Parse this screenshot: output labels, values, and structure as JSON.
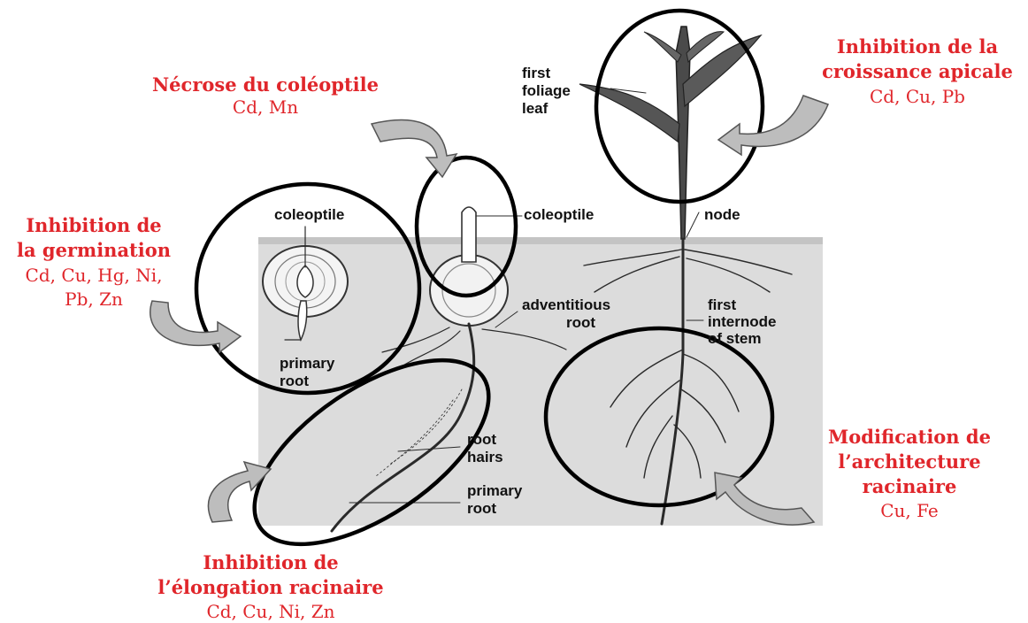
{
  "effects": {
    "necrose": {
      "title": "Nécrose du coléoptile",
      "metals": "Cd, Mn"
    },
    "apicale": {
      "title_line1": "Inhibition de la",
      "title_line2": "croissance apicale",
      "metals": "Cd, Cu, Pb"
    },
    "germination": {
      "title_line1": "Inhibition de",
      "title_line2": "la germination",
      "metals_line1": "Cd, Cu, Hg, Ni,",
      "metals_line2": "Pb, Zn"
    },
    "architecture": {
      "title_line1": "Modification de",
      "title_line2": "l’architecture",
      "title_line3": "racinaire",
      "metals": "Cu, Fe"
    },
    "elongation": {
      "title_line1": "Inhibition de",
      "title_line2": "l’élongation racinaire",
      "metals": "Cd, Cu, Ni, Zn"
    }
  },
  "plant_labels": {
    "first_foliage_leaf": [
      "first",
      "foliage",
      "leaf"
    ],
    "coleoptile_seed": "coleoptile",
    "coleoptile_seedling": "coleoptile",
    "node": "node",
    "adventitious_root": [
      "adventitious",
      "root"
    ],
    "first_internode": [
      "first",
      "internode",
      "of stem"
    ],
    "primary_root_seed": [
      "primary",
      "root"
    ],
    "root_hairs": [
      "root",
      "hairs"
    ],
    "primary_root_seedling": [
      "primary",
      "root"
    ]
  },
  "colors": {
    "effect_text": "#e0262b",
    "label_text": "#111111",
    "soil": "#dcdcdc"
  }
}
